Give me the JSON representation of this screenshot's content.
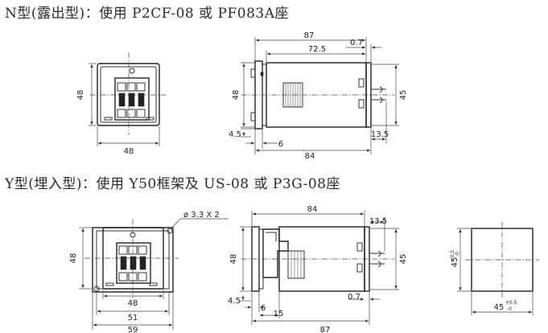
{
  "headings": {
    "n_type": "N型(露出型)：使用 P2CF-08 或 PF083A座",
    "y_type": "Y型(埋入型)：使用 Y50框架及 US-08 或 P3G-08座"
  },
  "dims_n_front": {
    "height": "48",
    "width": "48"
  },
  "dims_n_side": {
    "total": "87",
    "body": "72.5",
    "gap": "0.7",
    "height": "48",
    "right_height": "45",
    "small_h": "4.5",
    "offset": "6",
    "depth": "84",
    "pin": "13.5"
  },
  "dims_y_front": {
    "hole": "ø 3.3 X 2",
    "height": "48",
    "w48": "48",
    "w51": "51",
    "w59": "59"
  },
  "dims_y_side": {
    "depth": "84",
    "pin": "13.5",
    "height": "48",
    "right_height": "45",
    "small_h": "4.5",
    "off6": "6",
    "off15": "15",
    "gap": "0.7",
    "total": "87"
  },
  "cutout": {
    "vertical": "45",
    "horizontal": "45",
    "tol_plus": "+0.5",
    "tol_minus": "-0"
  }
}
